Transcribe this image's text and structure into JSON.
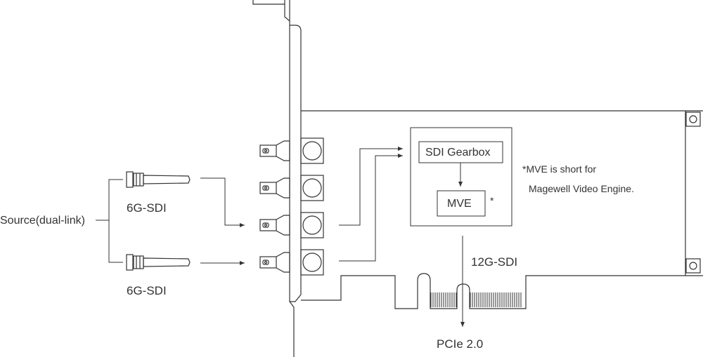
{
  "labels": {
    "source": "Source(dual-link)",
    "input_top": "6G-SDI",
    "input_bottom": "6G-SDI",
    "gearbox": "SDI Gearbox",
    "mve": "MVE",
    "asterisk": "*",
    "note_line1": "*MVE is short for",
    "note_line2": "Magewell Video Engine.",
    "output": "12G-SDI",
    "bus": "PCIe 2.0"
  },
  "colors": {
    "line": "#333333",
    "text": "#333333",
    "background": "#ffffff"
  }
}
